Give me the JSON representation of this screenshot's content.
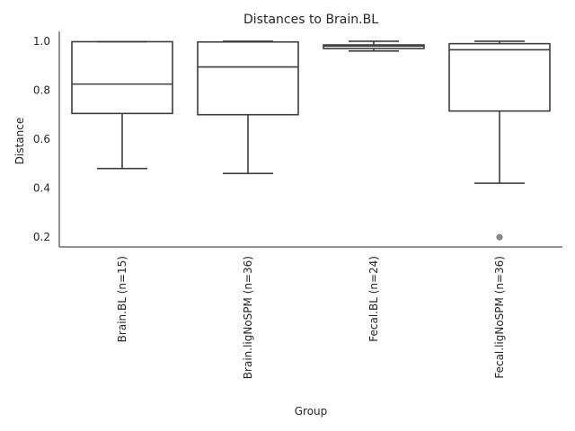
{
  "chart_data": {
    "type": "box",
    "title": "Distances to Brain.BL",
    "xlabel": "Group",
    "ylabel": "Distance",
    "ylim": [
      0.16,
      1.04
    ],
    "yticks": [
      0.2,
      0.4,
      0.6,
      0.8,
      1.0
    ],
    "ytick_labels": [
      "0.2",
      "0.4",
      "0.6",
      "0.8",
      "1.0"
    ],
    "grid": false,
    "categories": [
      "Brain.BL (n=15)",
      "Brain.ligNoSPM (n=36)",
      "Fecal.BL (n=24)",
      "Fecal.ligNoSPM (n=36)"
    ],
    "boxes": [
      {
        "label": "Brain.BL (n=15)",
        "whisker_low": 0.48,
        "q1": 0.705,
        "median": 0.825,
        "q3": 0.998,
        "whisker_high": 0.998,
        "outliers": []
      },
      {
        "label": "Brain.ligNoSPM (n=36)",
        "whisker_low": 0.46,
        "q1": 0.7,
        "median": 0.895,
        "q3": 0.997,
        "whisker_high": 1.0,
        "outliers": []
      },
      {
        "label": "Fecal.BL (n=24)",
        "whisker_low": 0.96,
        "q1": 0.97,
        "median": 0.98,
        "q3": 0.985,
        "whisker_high": 1.0,
        "outliers": []
      },
      {
        "label": "Fecal.ligNoSPM (n=36)",
        "whisker_low": 0.42,
        "q1": 0.715,
        "median": 0.965,
        "q3": 0.99,
        "whisker_high": 1.0,
        "outliers": [
          0.2
        ]
      }
    ],
    "colors": {
      "box_line": "#3d3d3d",
      "outlier": "#8c8c8c",
      "axis": "#262626"
    }
  }
}
